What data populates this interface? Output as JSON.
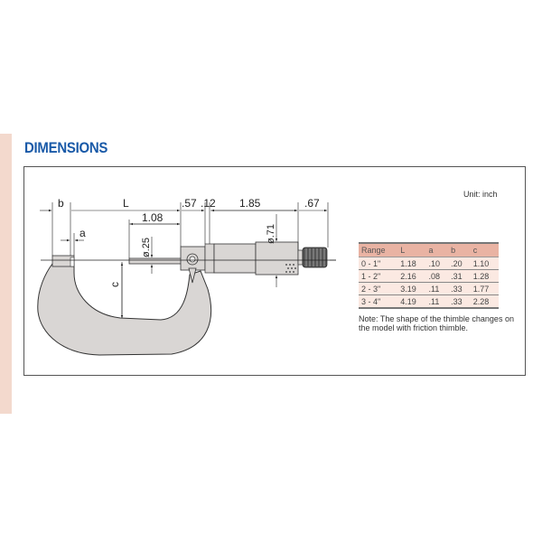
{
  "section": {
    "title": "DIMENSIONS"
  },
  "diagram": {
    "unit_label": "Unit: inch",
    "labels": {
      "b": "b",
      "L": "L",
      "a": "a",
      "c": "c",
      "dim_108": "1.08",
      "dim_57": ".57",
      "dim_12": ".12",
      "dim_185": "1.85",
      "dim_67": ".67",
      "dia_25": "ø.25",
      "dia_71": "ø.71"
    }
  },
  "table": {
    "headers": [
      "Range",
      "L",
      "a",
      "b",
      "c"
    ],
    "rows": [
      [
        "0 - 1\"",
        "1.18",
        ".10",
        ".20",
        "1.10"
      ],
      [
        "1 - 2\"",
        "2.16",
        ".08",
        ".31",
        "1.28"
      ],
      [
        "2 - 3\"",
        "3.19",
        ".11",
        ".33",
        "1.77"
      ],
      [
        "3 - 4\"",
        "4.19",
        ".11",
        ".33",
        "2.28"
      ]
    ]
  },
  "note": "Note: The shape of the thimble changes on the model with friction thimble.",
  "colors": {
    "title_blue": "#1a5aa8",
    "table_header": "#e9b3a3",
    "table_row": "#fbe9e2",
    "side_strip": "#f3d9cd",
    "frame_gray": "#d9d6d4"
  }
}
